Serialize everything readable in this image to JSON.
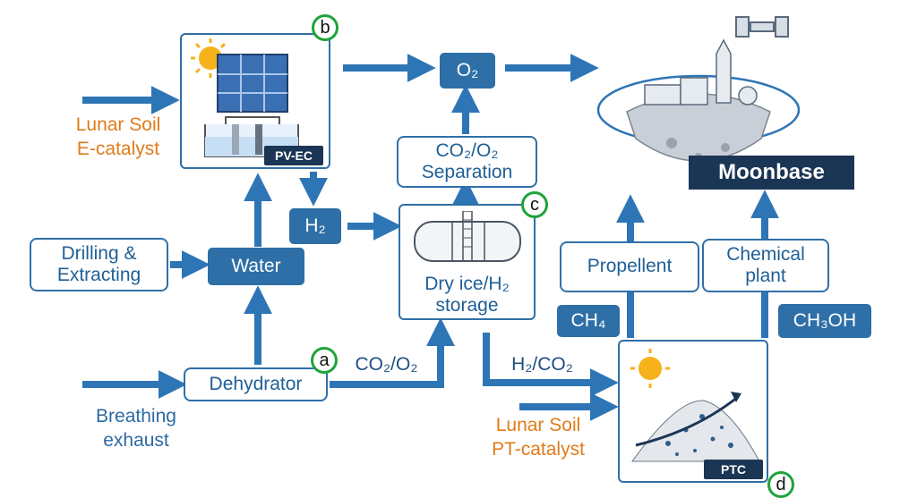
{
  "nodes": {
    "o2": "O₂",
    "co2_o2_separation": "CO₂/O₂\nSeparation",
    "h2": "H₂",
    "water": "Water",
    "drilling": "Drilling &\nExtracting",
    "dehydrator": "Dehydrator",
    "storage": "Dry ice/H₂\nstorage",
    "propellent": "Propellent",
    "chemical_plant": "Chemical\nplant",
    "ch4": "CH₄",
    "ch3oh": "CH₃OH",
    "moonbase": "Moonbase"
  },
  "labels": {
    "lunar_soil_ecat": "Lunar Soil\nE-catalyst",
    "breathing_exhaust": "Breathing\nexhaust",
    "co2_o2_flow": "CO₂/O₂",
    "h2_co2_flow": "H₂/CO₂",
    "lunar_soil_ptcat": "Lunar Soil\nPT-catalyst",
    "pv_ec_tag": "PV-EC",
    "ptc_tag": "PTC"
  },
  "markers": {
    "a": "a",
    "b": "b",
    "c": "c",
    "d": "d"
  },
  "colors": {
    "arrow": "#2e75b6",
    "node_fill": "#2d6fa6",
    "label_orange": "#e07b1a",
    "marker_ring": "#1fa33b",
    "moonbase_bg": "#1b3555"
  },
  "icons": [
    "sun-icon",
    "solar-panel-icon",
    "electrolysis-cell-icon",
    "storage-tank-icon",
    "moon-base-icon",
    "satellite-icon",
    "soil-pile-icon"
  ]
}
